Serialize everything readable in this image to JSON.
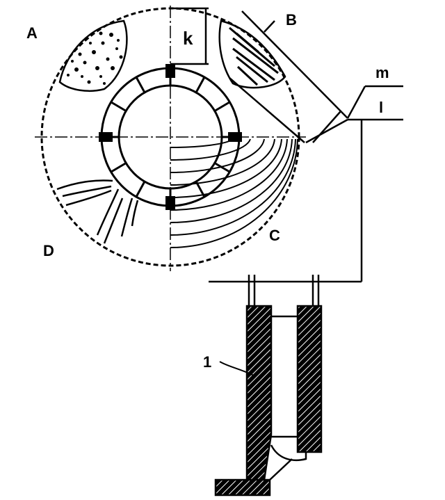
{
  "labels": {
    "zone_a": "A",
    "zone_b": "B",
    "zone_c": "C",
    "zone_d": "D",
    "dimension_k": "k",
    "dimension_m": "m",
    "dimension_l": "l",
    "part_1": "1"
  },
  "colors": {
    "ink": "#000000",
    "paper": "#ffffff"
  }
}
